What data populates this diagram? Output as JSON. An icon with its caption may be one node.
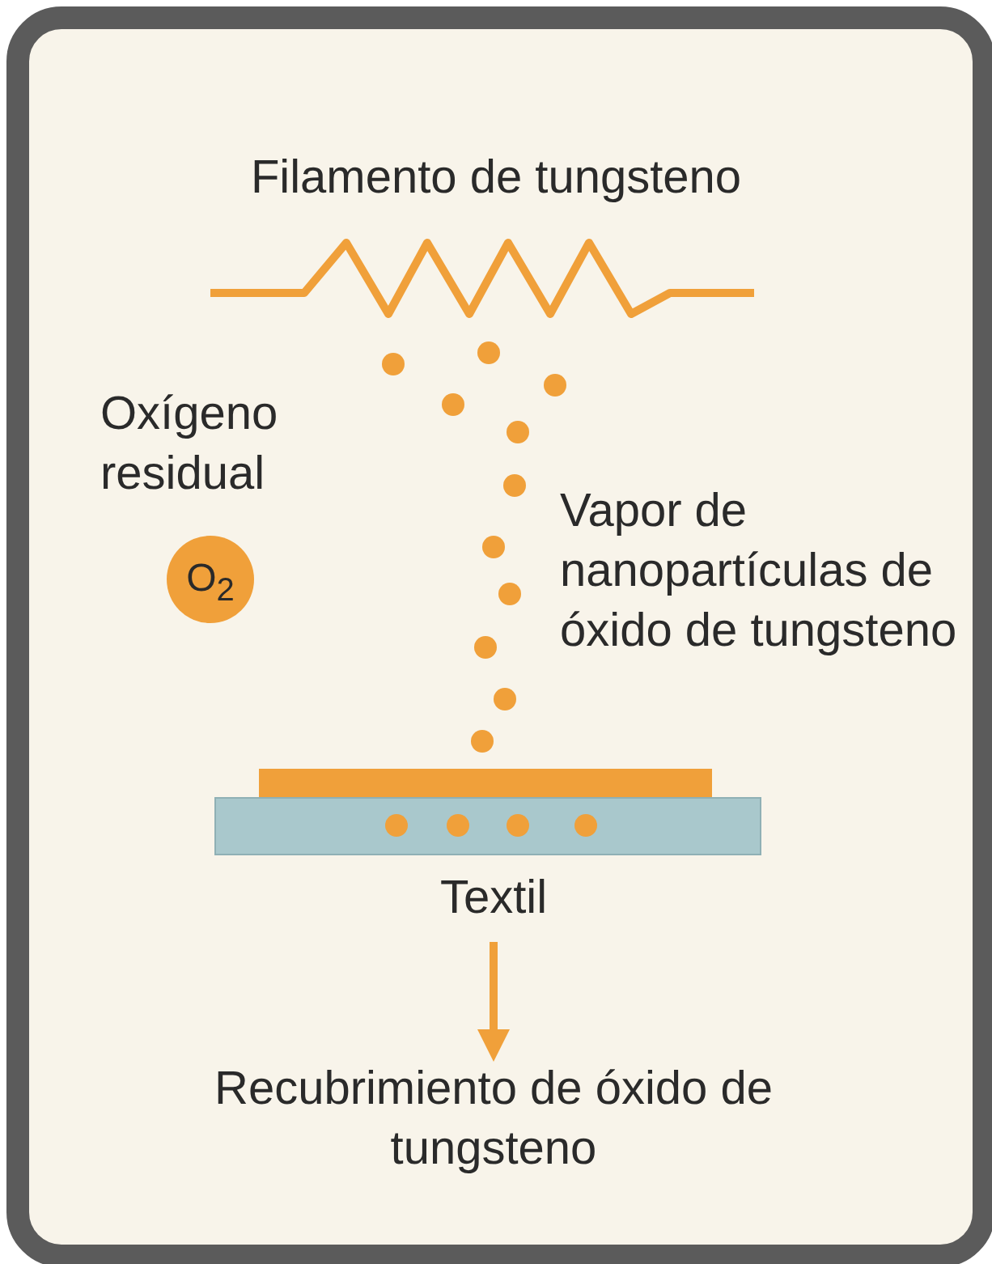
{
  "diagram": {
    "nodes": [
      {
        "text": [
          "O$_{2}$"
        ]
      },
      {
        "text": [
          "Textil"
        ]
      },
      {
        "text": [
          "Recubrimiento de óxido de tungsteno"
        ]
      }
    ],
    "edges": [
      {
        "from": 1,
        "to": 2,
        "arrow": "to"
      }
    ],
    "labels": [
      "Filamento de tungsteno",
      "Oxígeno residual",
      "Vapor de nanopartículas de óxido de tungsteno"
    ]
  }
}
